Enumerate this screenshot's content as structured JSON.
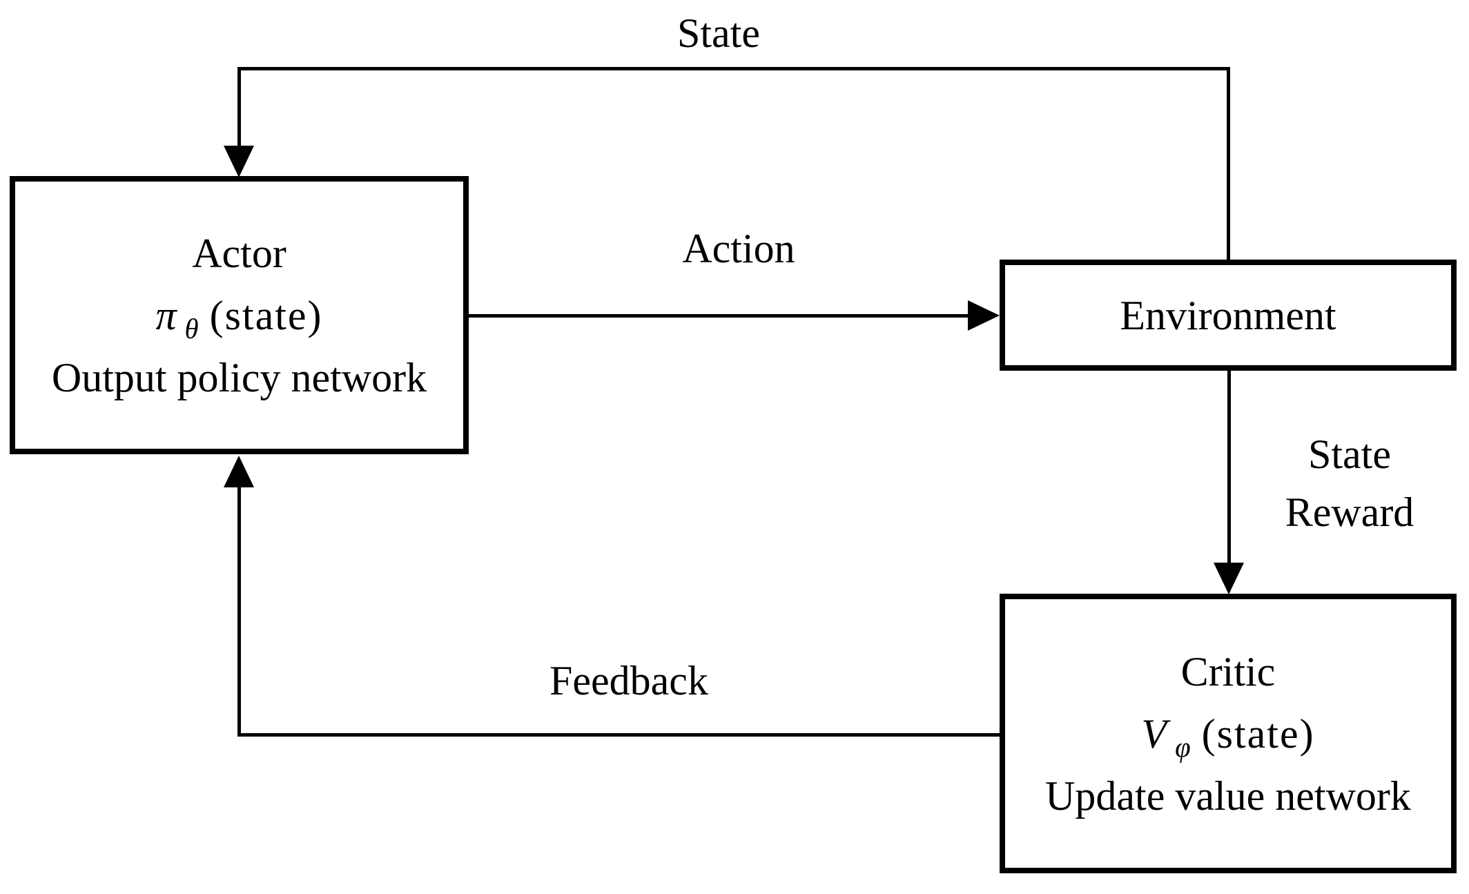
{
  "canvas": {
    "background_color": "#ffffff",
    "line_color": "#000000"
  },
  "nodes": {
    "actor": {
      "title": "Actor",
      "formula": {
        "base": "π",
        "subscript": "θ",
        "argument": "(state)"
      },
      "subtitle": "Output policy network"
    },
    "environment": {
      "title": "Environment"
    },
    "critic": {
      "title": "Critic",
      "formula": {
        "base": "V",
        "subscript": "φ",
        "argument": "(state)"
      },
      "subtitle": "Update value network"
    }
  },
  "edges": {
    "state_to_actor": {
      "label": "State"
    },
    "action_to_environment": {
      "label": "Action"
    },
    "environment_to_critic": {
      "label_line1": "State",
      "label_line2": "Reward"
    },
    "feedback_to_actor": {
      "label": "Feedback"
    }
  }
}
